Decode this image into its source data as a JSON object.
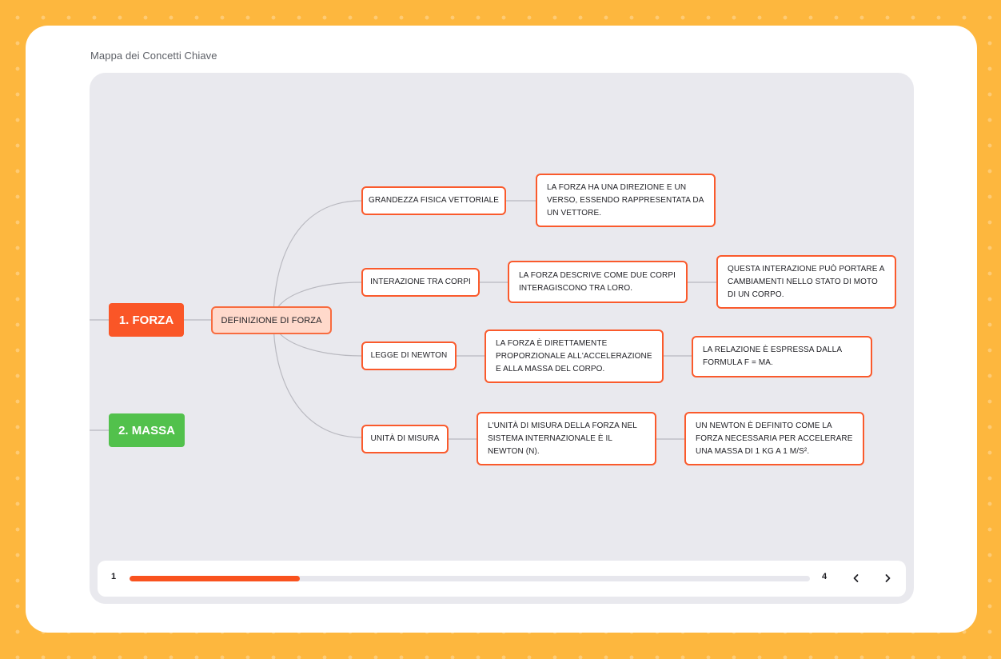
{
  "page": {
    "title": "Mappa dei Concetti Chiave"
  },
  "mindmap": {
    "topics": [
      {
        "label": "1. FORZA",
        "color": "#fa5627"
      },
      {
        "label": "2. MASSA",
        "color": "#52c14c"
      }
    ],
    "definition": "DEFINIZIONE DI FORZA",
    "branches": [
      {
        "label": "GRANDEZZA FISICA VETTORIALE",
        "details": [
          "LA FORZA HA UNA DIREZIONE E UN VERSO, ESSENDO RAPPRESENTATA DA UN VETTORE."
        ]
      },
      {
        "label": "INTERAZIONE TRA CORPI",
        "details": [
          "LA FORZA DESCRIVE COME DUE CORPI INTERAGISCONO TRA LORO.",
          "QUESTA INTERAZIONE PUÒ PORTARE A CAMBIAMENTI NELLO STATO DI MOTO DI UN CORPO."
        ]
      },
      {
        "label": "LEGGE DI NEWTON",
        "details": [
          "LA FORZA È DIRETTAMENTE PROPORZIONALE ALL'ACCELERAZIONE E ALLA MASSA DEL CORPO.",
          "LA RELAZIONE È ESPRESSA DALLA FORMULA F = MA."
        ]
      },
      {
        "label": "UNITÀ DI MISURA",
        "details": [
          "L'UNITÀ DI MISURA DELLA FORZA NEL SISTEMA INTERNAZIONALE È IL NEWTON (N).",
          "UN NEWTON È DEFINITO COME LA FORZA NECESSARIA PER ACCELERARE UNA MASSA DI 1 KG A 1 M/S²."
        ]
      }
    ]
  },
  "pager": {
    "current": "1",
    "total": "4",
    "progress_fraction": 0.25,
    "prev_icon": "chevron-left-icon",
    "next_icon": "chevron-right-icon"
  },
  "colors": {
    "accent": "#fa5627",
    "node_border": "#fa5a2c",
    "definition_fill": "#ffd9cb",
    "massa": "#52c14c",
    "background": "#fdb73e"
  }
}
